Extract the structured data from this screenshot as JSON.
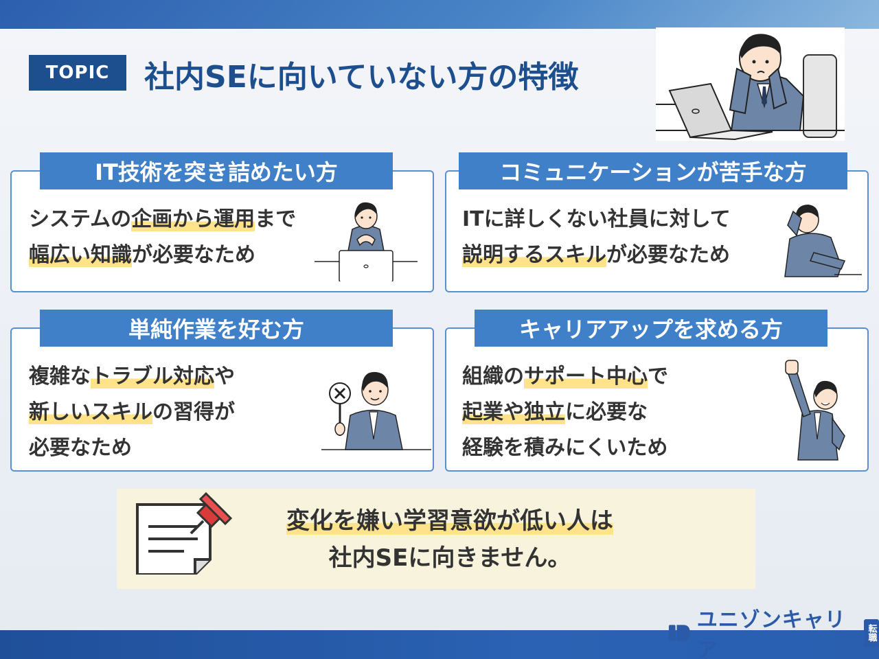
{
  "header": {
    "badge": "TOPIC",
    "title": "社内SEに向いていない方の特徴"
  },
  "cards": [
    {
      "heading": "IT技術を突き詰めたい方",
      "lines": [
        [
          {
            "t": "システムの",
            "hl": false
          },
          {
            "t": "企画から運用",
            "hl": true
          },
          {
            "t": "まで",
            "hl": false
          }
        ],
        [
          {
            "t": "幅広い知識",
            "hl": true
          },
          {
            "t": "が必要なため",
            "hl": false
          }
        ]
      ]
    },
    {
      "heading": "コミュニケーションが苦手な方",
      "lines": [
        [
          {
            "t": "ITに詳しくない社員に対して",
            "hl": false
          }
        ],
        [
          {
            "t": "説明するスキル",
            "hl": true
          },
          {
            "t": "が必要なため",
            "hl": false
          }
        ]
      ]
    },
    {
      "heading": "単純作業を好む方",
      "lines": [
        [
          {
            "t": "複雑な",
            "hl": false
          },
          {
            "t": "トラブル対応",
            "hl": true
          },
          {
            "t": "や",
            "hl": false
          }
        ],
        [
          {
            "t": "新しいスキル",
            "hl": true
          },
          {
            "t": "の習得が",
            "hl": false
          }
        ],
        [
          {
            "t": "必要なため",
            "hl": false
          }
        ]
      ]
    },
    {
      "heading": "キャリアアップを求める方",
      "lines": [
        [
          {
            "t": "組織の",
            "hl": false
          },
          {
            "t": "サポート中心",
            "hl": true
          },
          {
            "t": "で",
            "hl": false
          }
        ],
        [
          {
            "t": "起業や独立",
            "hl": true
          },
          {
            "t": "に必要な",
            "hl": false
          }
        ],
        [
          {
            "t": "経験を積みにくいため",
            "hl": false
          }
        ]
      ]
    }
  ],
  "note": {
    "line1": "変化を嫌い学習意欲が低い人は",
    "line2": "社内SEに向きません。"
  },
  "logo": {
    "name": "ユニゾンキャリア",
    "tag": "転職"
  },
  "colors": {
    "brand": "#1d4f8f",
    "card_header": "#3f80c8",
    "highlight": "#ffe38a",
    "note_bg": "#f7f3dd"
  }
}
